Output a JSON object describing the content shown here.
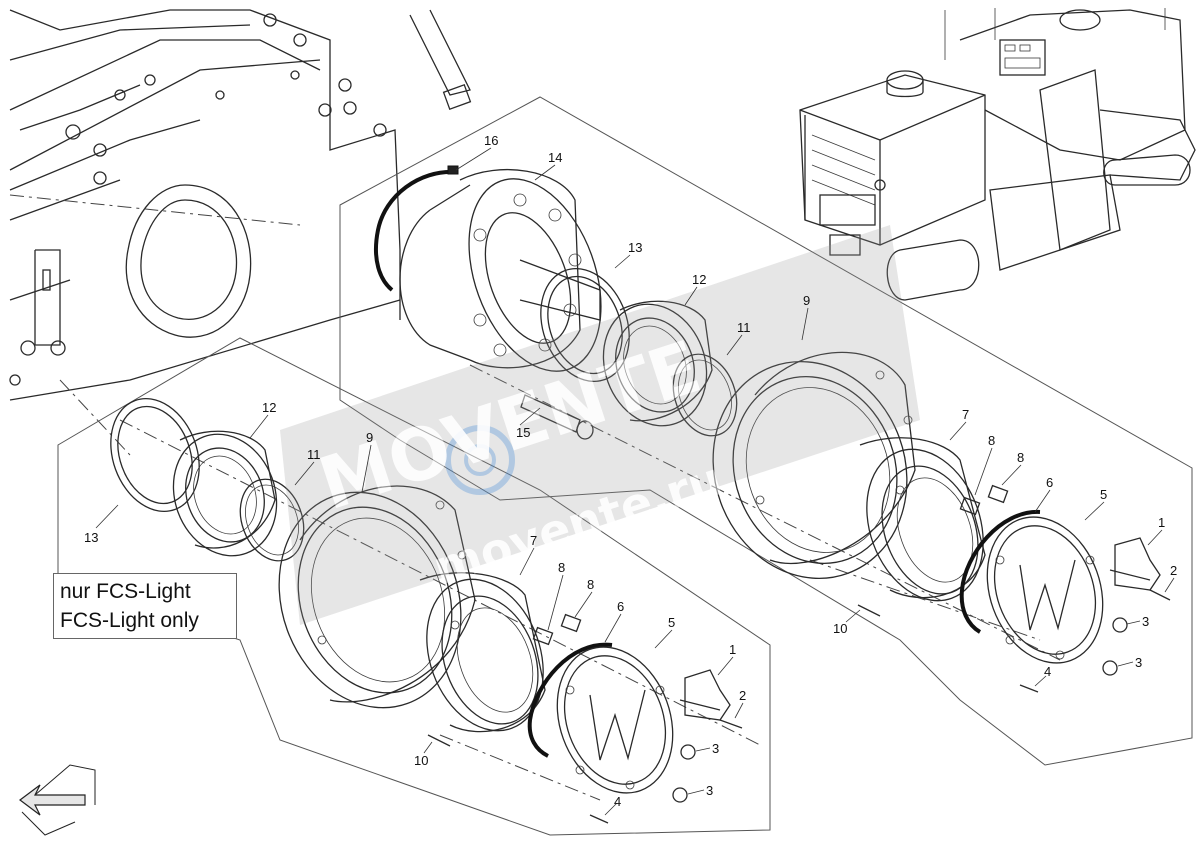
{
  "note": {
    "line1": "nur FCS-Light",
    "line2": "FCS-Light only"
  },
  "watermark": {
    "brand": "MOVENTE",
    "site": "movente.ru"
  },
  "callouts": {
    "p1a": "1",
    "p1b": "1",
    "p2a": "2",
    "p2b": "2",
    "p3a": "3",
    "p3b": "3",
    "p3c": "3",
    "p3d": "3",
    "p4a": "4",
    "p4b": "4",
    "p5a": "5",
    "p5b": "5",
    "p6a": "6",
    "p6b": "6",
    "p7a": "7",
    "p7b": "7",
    "p8a": "8",
    "p8b": "8",
    "p8c": "8",
    "p8d": "8",
    "p9a": "9",
    "p9b": "9",
    "p10a": "10",
    "p10b": "10",
    "p11a": "11",
    "p11b": "11",
    "p12a": "12",
    "p12b": "12",
    "p13a": "13",
    "p13b": "13",
    "p14": "14",
    "p15": "15",
    "p16": "16"
  },
  "colors": {
    "line": "#2a2a2a",
    "watermark": "#8a8a8a",
    "watermark_accent": "#5a8ec6"
  },
  "icons": {
    "orientation_arrow": "arrow-icon",
    "hub_cap_logo": "w-logo-icon"
  }
}
